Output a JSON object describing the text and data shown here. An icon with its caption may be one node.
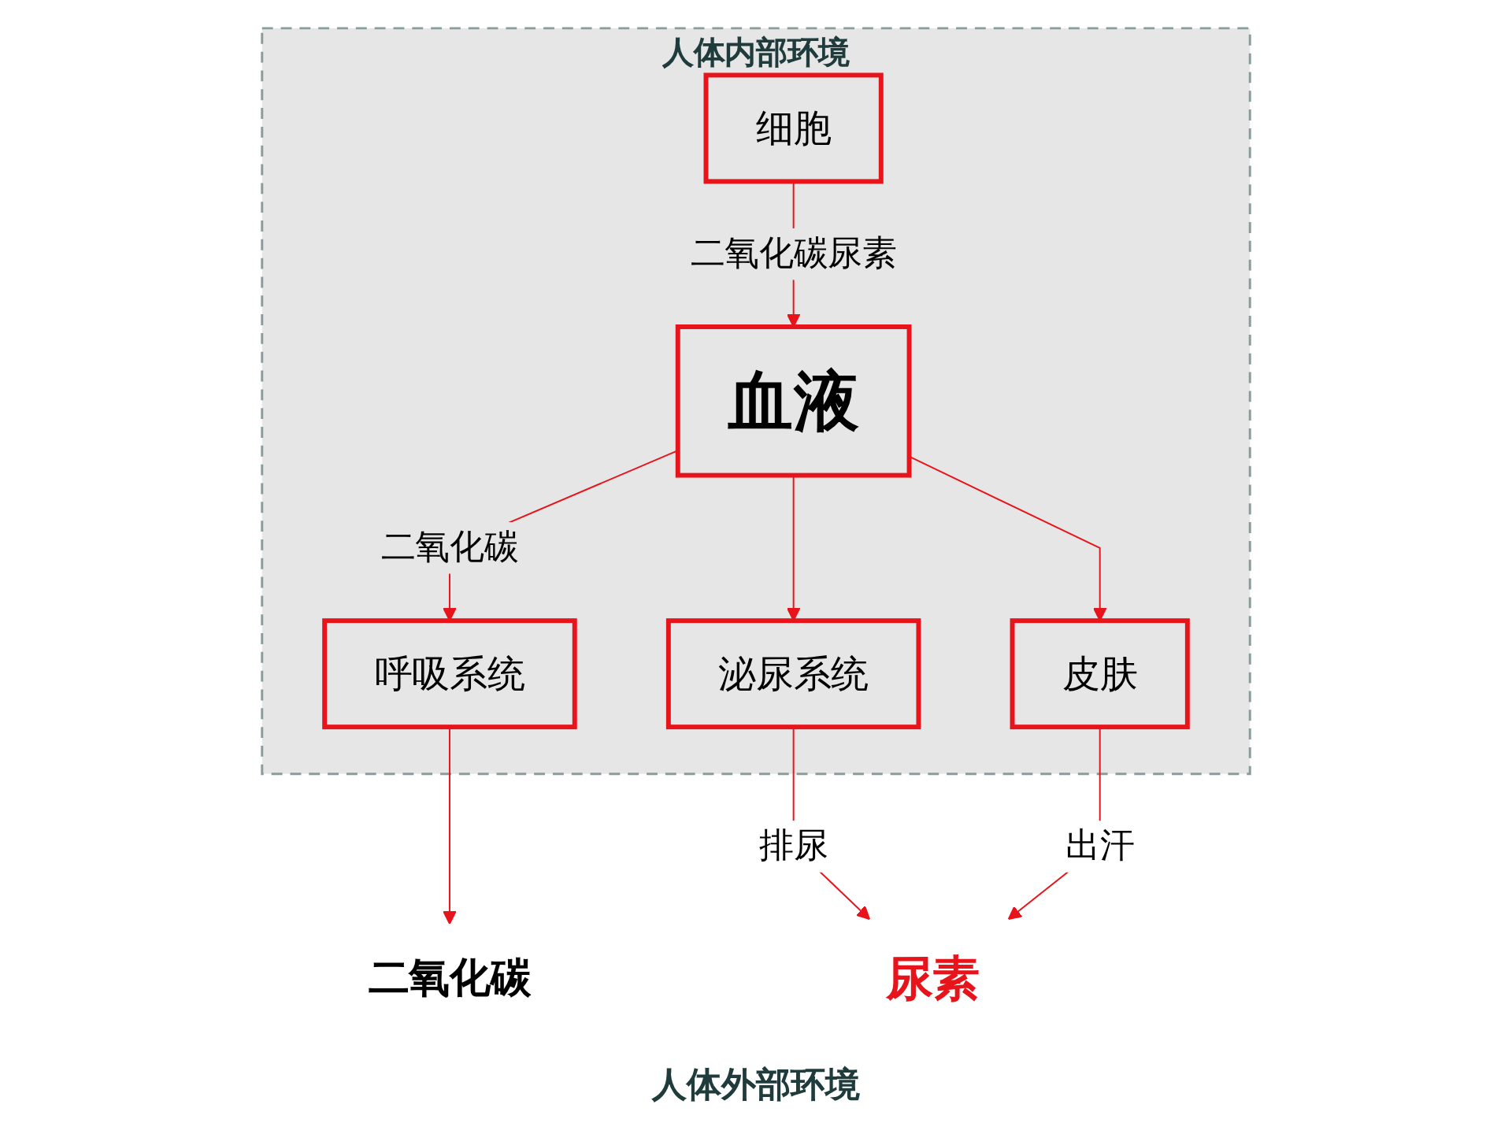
{
  "diagram": {
    "nodes": [
      {
        "text": [
          "人体内部环境"
        ]
      },
      {
        "text": [
          "细胞"
        ],
        "in": 0
      },
      {
        "text": [
          "血液"
        ],
        "in": 0
      },
      {
        "text": [
          "呼吸系统"
        ],
        "in": 0
      },
      {
        "text": [
          "泌尿系统"
        ],
        "in": 0
      },
      {
        "text": [
          "皮肤"
        ],
        "in": 0
      },
      {
        "text": [
          "二氧化碳"
        ]
      },
      {
        "text": [
          "尿素"
        ]
      }
    ],
    "edges": [
      {
        "from": 1,
        "to": 2,
        "arrow": "to",
        "label": "二氧化碳尿素"
      },
      {
        "from": 2,
        "to": 3,
        "arrow": "to",
        "label": "二氧化碳"
      },
      {
        "from": 3,
        "to": 6,
        "arrow": "to"
      },
      {
        "from": 2,
        "to": 4,
        "arrow": "to"
      },
      {
        "from": 4,
        "to": 7,
        "arrow": "to",
        "label": "排尿"
      },
      {
        "from": 2,
        "to": 5,
        "arrow": "to"
      },
      {
        "from": 5,
        "to": 7,
        "arrow": "to",
        "label": "出汗"
      }
    ],
    "labels": [
      "人体外部环境"
    ]
  }
}
